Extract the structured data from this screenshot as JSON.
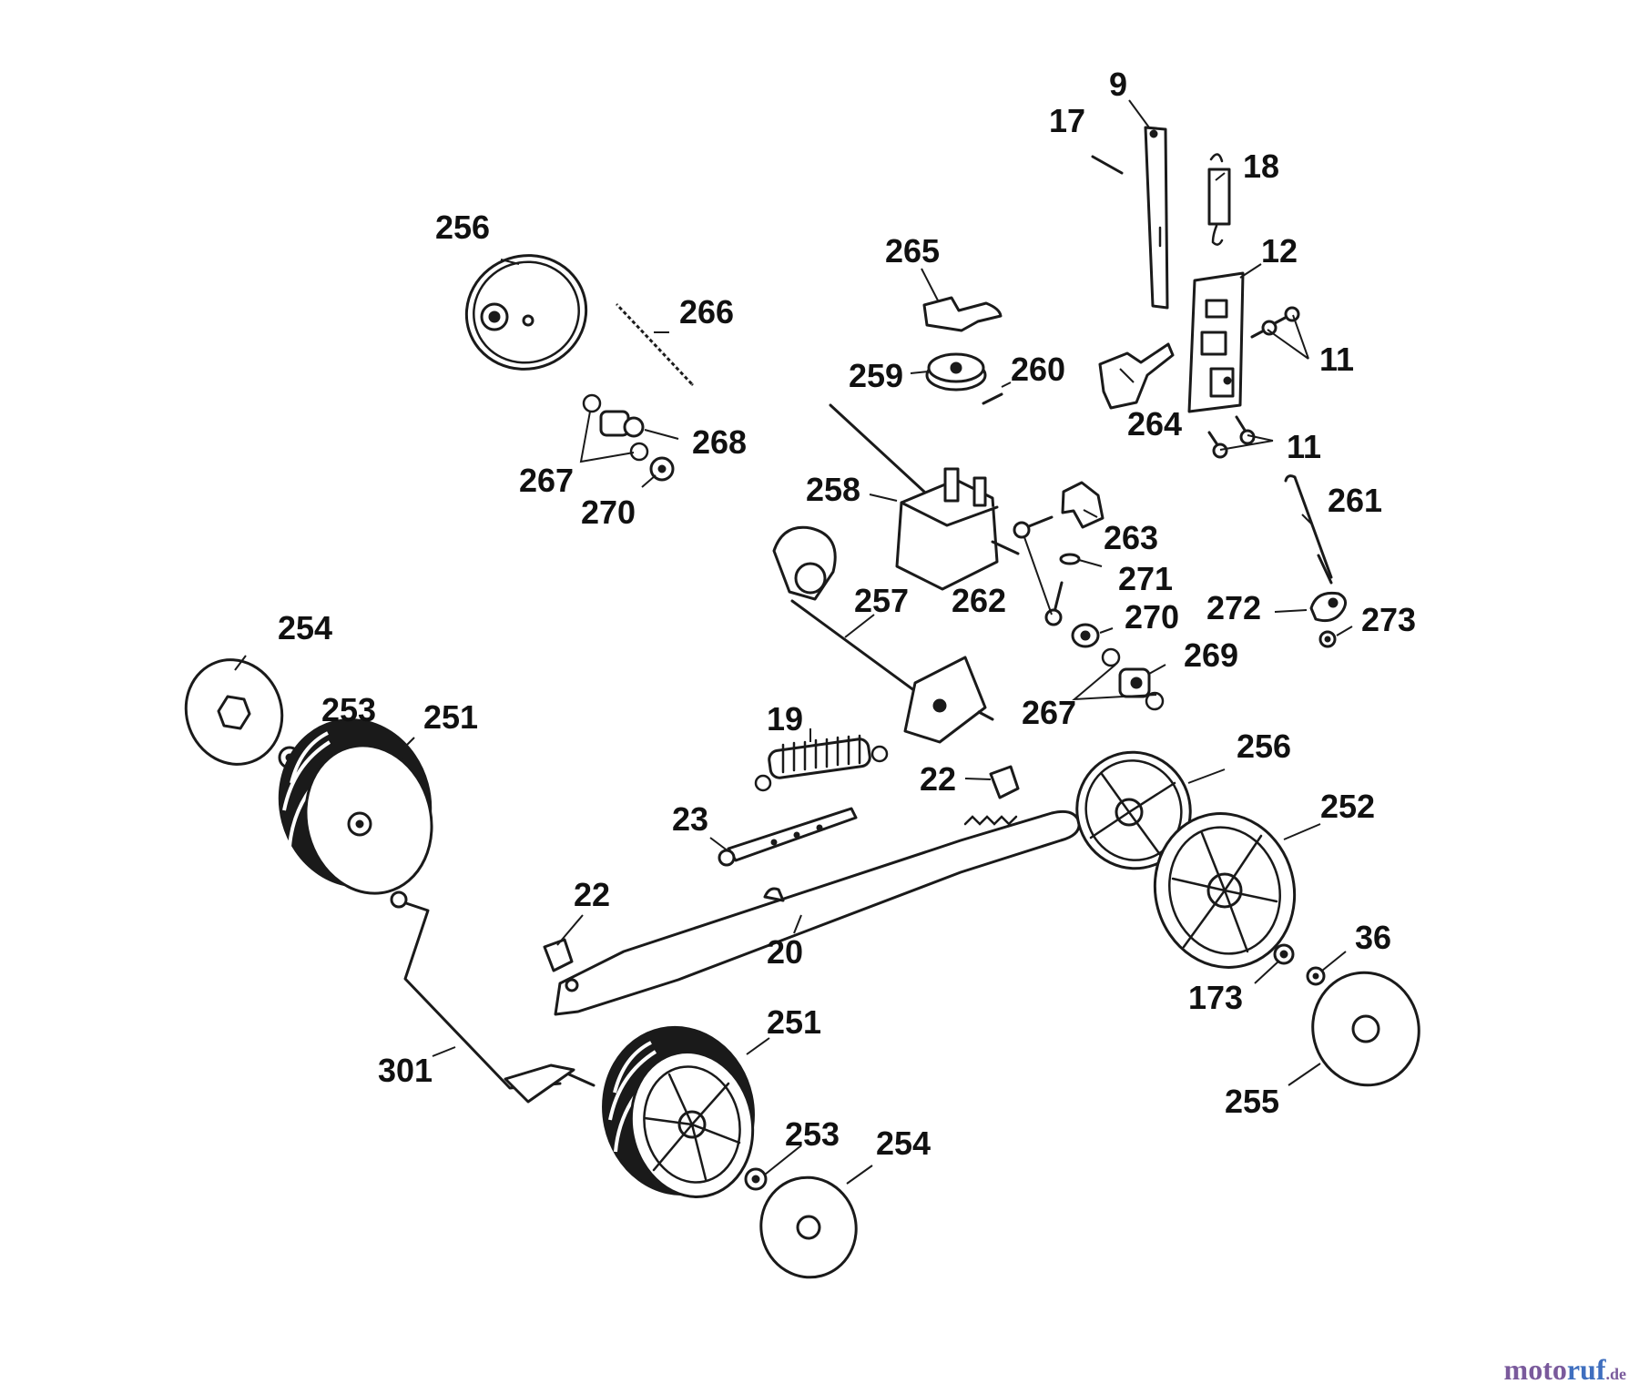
{
  "diagram": {
    "callouts": [
      "9",
      "17",
      "18",
      "12",
      "11",
      "11",
      "265",
      "264",
      "259",
      "260",
      "256",
      "266",
      "268",
      "267",
      "270",
      "258",
      "263",
      "271",
      "262",
      "270",
      "261",
      "272",
      "273",
      "257",
      "269",
      "267",
      "254",
      "253",
      "251",
      "19",
      "22",
      "23",
      "22",
      "20",
      "256",
      "252",
      "36",
      "173",
      "301",
      "251",
      "253",
      "254",
      "255"
    ]
  },
  "watermark": {
    "brand_a": "moto",
    "brand_b": "ruf",
    "suffix": ".de"
  }
}
